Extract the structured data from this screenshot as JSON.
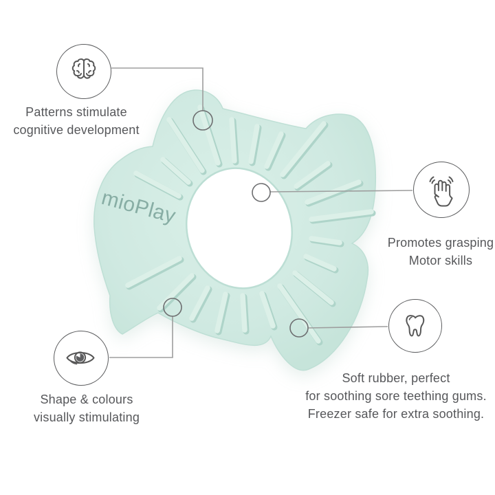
{
  "page": {
    "background": "#ffffff",
    "text_color": "#56575a"
  },
  "product": {
    "brand": "mioPlay",
    "base_color": "#cfe9e1",
    "base_color_light": "#d9efe7",
    "base_color_deep": "#c9e6dc",
    "ridge_highlight": "#dcf0e8",
    "ridge_shadow": "#aed4c9",
    "hole_rim_color": "#bcded4",
    "brand_color": "#87ada4",
    "outline_color": "#bedfd5"
  },
  "connectors": {
    "line_color": "#9d9d9d",
    "dot_color": "#6d6e70"
  },
  "callouts": {
    "cognitive": {
      "icon": "brain-icon",
      "line1": "Patterns stimulate",
      "line2": "cognitive development"
    },
    "grasping": {
      "icon": "hand-icon",
      "line1": "Promotes grasping",
      "line2": "Motor skills"
    },
    "visual": {
      "icon": "eye-icon",
      "line1": "Shape & colours",
      "line2": "visually stimulating"
    },
    "soothing": {
      "icon": "tooth-icon",
      "line1": "Soft rubber, perfect",
      "line2": "for soothing sore teething gums.",
      "line3": "Freezer safe for extra soothing."
    }
  }
}
